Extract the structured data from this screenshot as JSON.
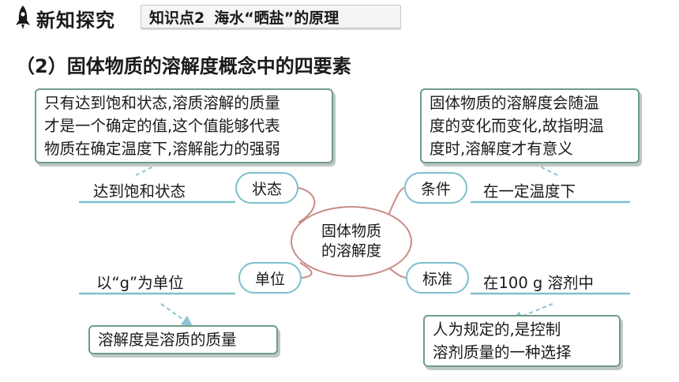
{
  "header": {
    "brand": "新知探究",
    "topic_part1": "知识点2",
    "topic_part2": "海水“晒盐”的原理"
  },
  "subtitle": "（2）固体物质的溶解度概念中的四要素",
  "center": {
    "line1": "固体物质",
    "line2": "的溶解度"
  },
  "branches": {
    "state": {
      "pill": "状态",
      "label": "达到饱和状态",
      "note": [
        "只有达到饱和状态,溶质溶解的质量",
        "才是一个确定的值,这个值能够代表",
        "物质在确定温度下,溶解能力的强弱"
      ]
    },
    "condition": {
      "pill": "条件",
      "label": "在一定温度下",
      "note": [
        "固体物质的溶解度会随温",
        "度的变化而变化,故指明温",
        "度时,溶解度才有意义"
      ]
    },
    "unit": {
      "pill": "单位",
      "label": "以“g”为单位",
      "note": [
        "溶解度是溶质的质量"
      ]
    },
    "standard": {
      "pill": "标准",
      "label": "在100 g 溶剂中",
      "note": [
        "人为规定的,是控制",
        "溶剂质量的一种选择"
      ]
    }
  },
  "colors": {
    "box_border": "#6f9c86",
    "pill_border": "#7cc0cb",
    "center_border": "#c98b86",
    "branch_line": "#c98b86",
    "underline": "#7cc0cb",
    "arrow": "#8dc4d6"
  }
}
